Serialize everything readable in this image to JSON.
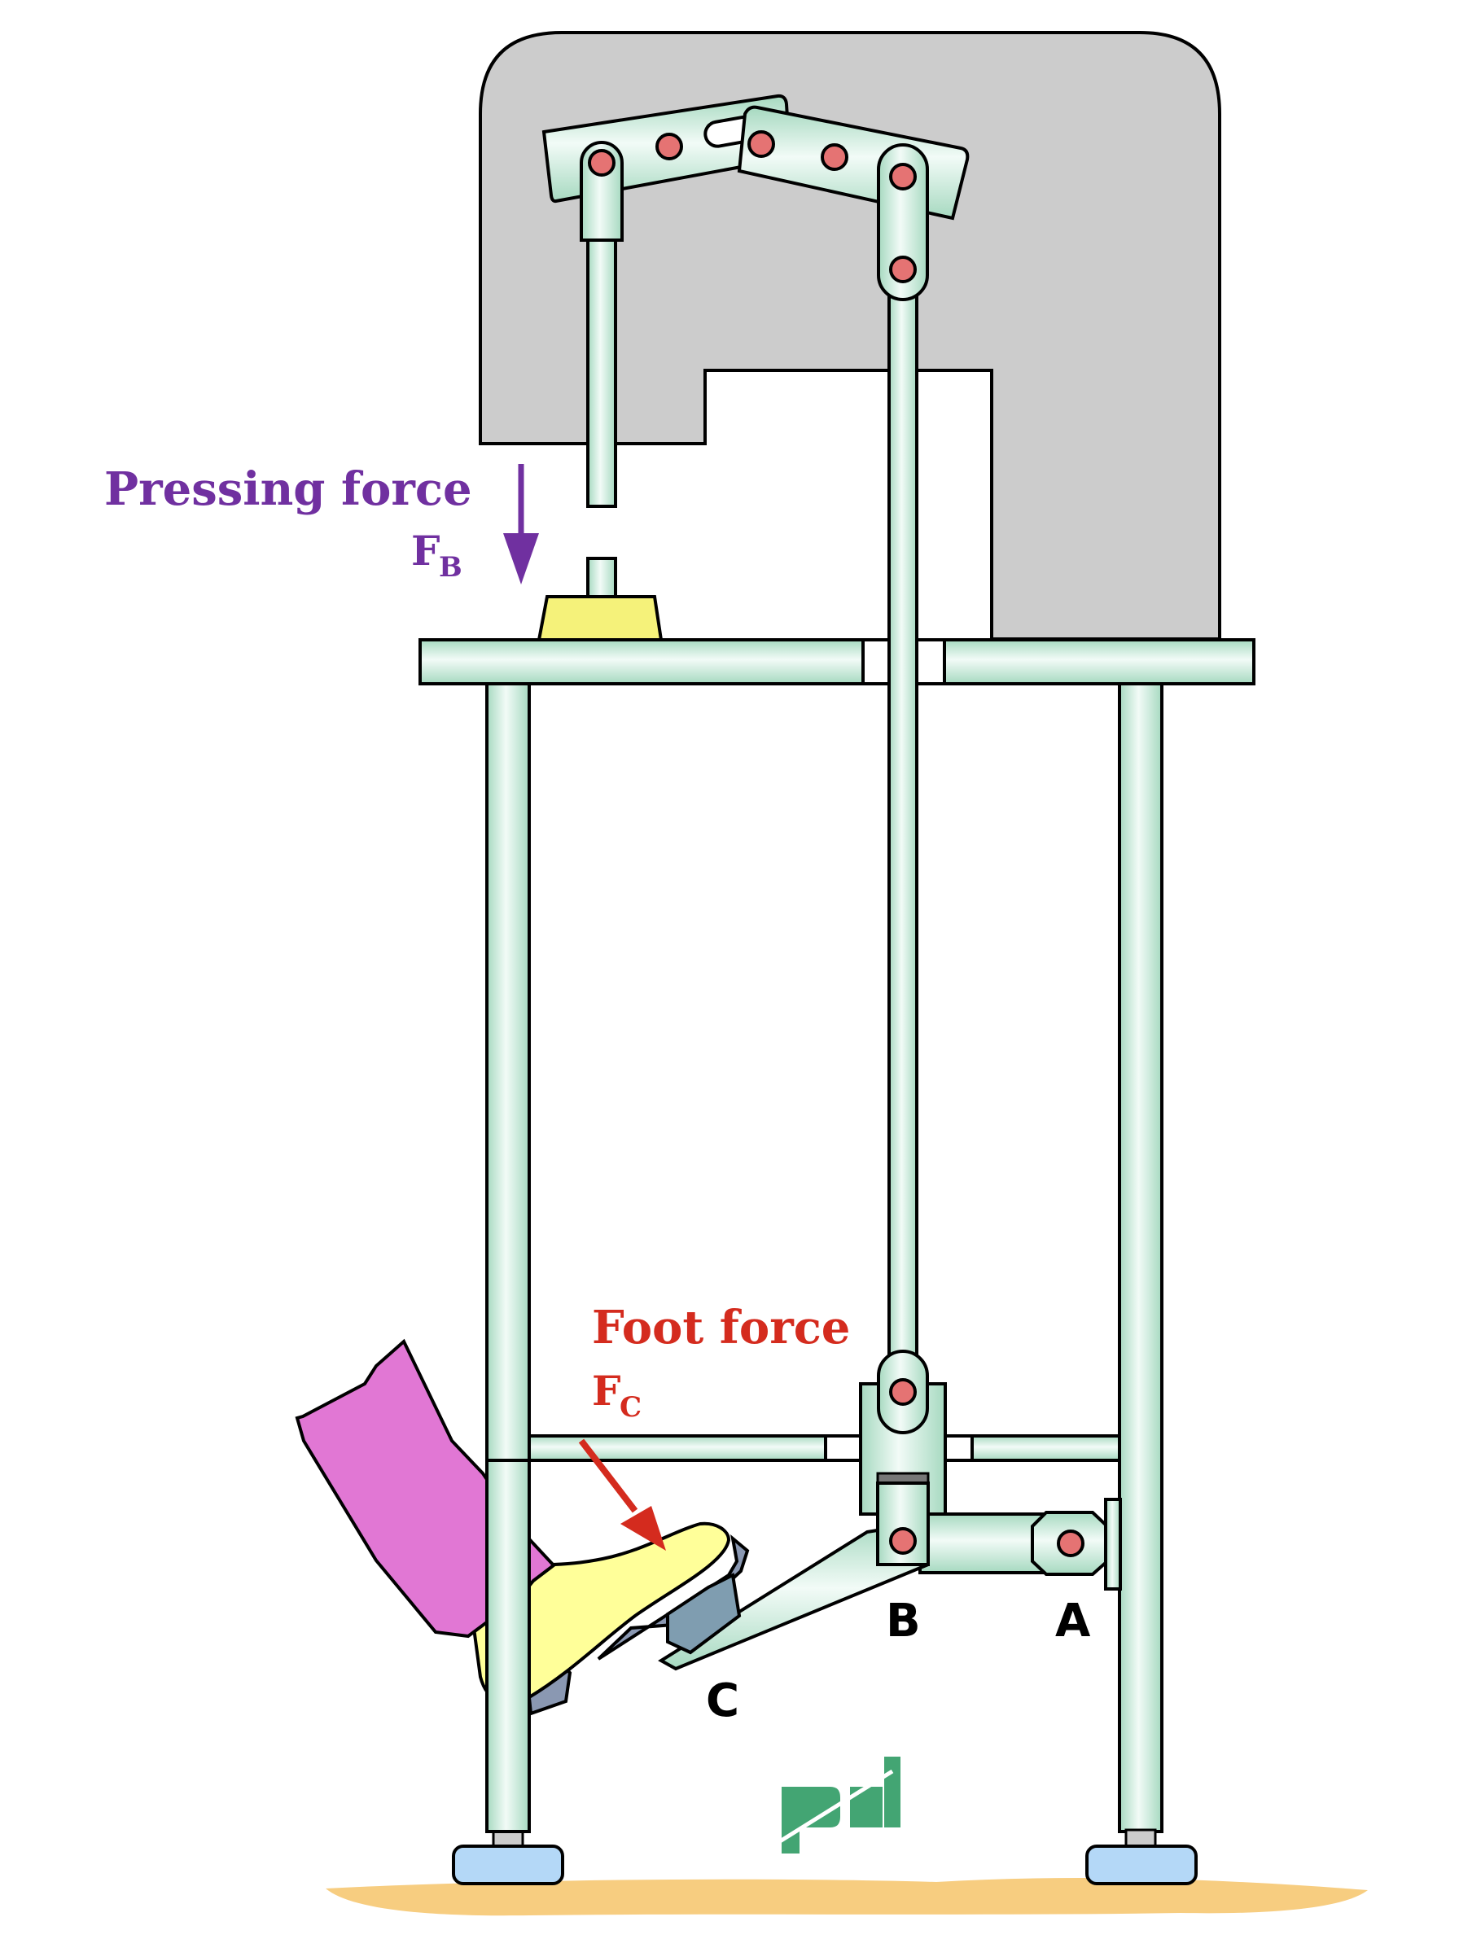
{
  "labels": {
    "pressing_force": "Pressing force",
    "pressing_symbol": "F",
    "pressing_sub": "B",
    "foot_force": "Foot force",
    "foot_symbol": "F",
    "foot_sub": "C",
    "point_a": "A",
    "point_b": "B",
    "point_c": "C"
  },
  "colors": {
    "pressing": "#7030a0",
    "foot": "#d42b1e",
    "frame_fill": "#cbeadb",
    "housing": "#cccccc",
    "pin": "#e57373",
    "workpiece": "#f5f27a",
    "shoe": "#ffff99",
    "sock": "#e177d4",
    "floor": "#f7cd80",
    "feet": "#b4d8f7",
    "sole": "#7f9db0",
    "logo": "#43a573"
  },
  "logo": {
    "icon": "pd-logo-icon"
  }
}
